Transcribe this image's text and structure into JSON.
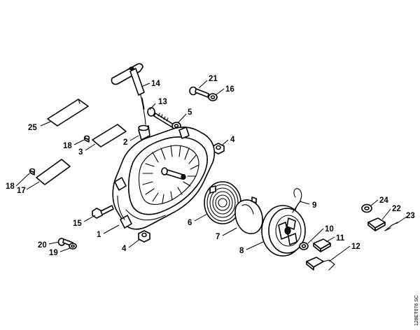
{
  "diagram": {
    "drawing_code": "128ET076 SC",
    "callouts": [
      {
        "id": "c25",
        "label": "25"
      },
      {
        "id": "c18a",
        "label": "18"
      },
      {
        "id": "c3",
        "label": "3"
      },
      {
        "id": "c2",
        "label": "2"
      },
      {
        "id": "c14",
        "label": "14"
      },
      {
        "id": "c13",
        "label": "13"
      },
      {
        "id": "c21",
        "label": "21"
      },
      {
        "id": "c16",
        "label": "16"
      },
      {
        "id": "c5",
        "label": "5"
      },
      {
        "id": "c4a",
        "label": "4"
      },
      {
        "id": "c18b",
        "label": "18"
      },
      {
        "id": "c17",
        "label": "17"
      },
      {
        "id": "c15",
        "label": "15"
      },
      {
        "id": "c1",
        "label": "1"
      },
      {
        "id": "c20",
        "label": "20"
      },
      {
        "id": "c19",
        "label": "19"
      },
      {
        "id": "c4b",
        "label": "4"
      },
      {
        "id": "c6",
        "label": "6"
      },
      {
        "id": "c7",
        "label": "7"
      },
      {
        "id": "c8",
        "label": "8"
      },
      {
        "id": "c9",
        "label": "9"
      },
      {
        "id": "c10",
        "label": "10"
      },
      {
        "id": "c11",
        "label": "11"
      },
      {
        "id": "c12",
        "label": "12"
      },
      {
        "id": "c24",
        "label": "24"
      },
      {
        "id": "c22",
        "label": "22"
      },
      {
        "id": "c23",
        "label": "23"
      }
    ]
  }
}
